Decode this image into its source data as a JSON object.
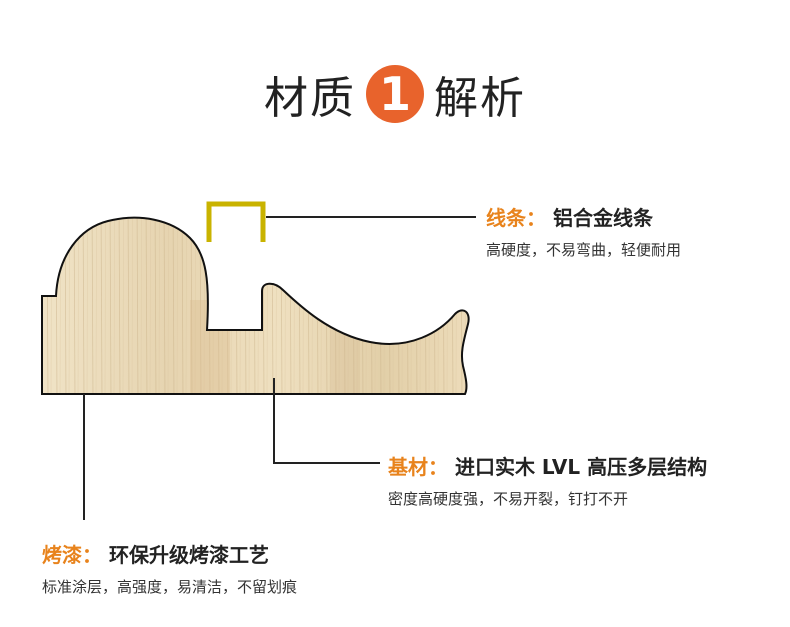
{
  "title": {
    "left": "材质",
    "badge": "1",
    "right": "解析"
  },
  "colors": {
    "accent_orange": "#e8831c",
    "badge_orange": "#e8632c",
    "aluminum_strip": "#c9b300",
    "wood_light": "#e8d9b8",
    "leader_line": "#222222"
  },
  "callouts": {
    "strip": {
      "key": "线条：",
      "value": "铝合金线条",
      "description": "高硬度，不易弯曲，轻便耐用"
    },
    "base": {
      "key": "基材：",
      "value": "进口实木 LVL 高压多层结构",
      "description": "密度高硬度强，不易开裂，钉打不开"
    },
    "paint": {
      "key": "烤漆：",
      "value": "环保升级烤漆工艺",
      "description": "标准涂层，高强度，易清洁，不留划痕"
    }
  }
}
